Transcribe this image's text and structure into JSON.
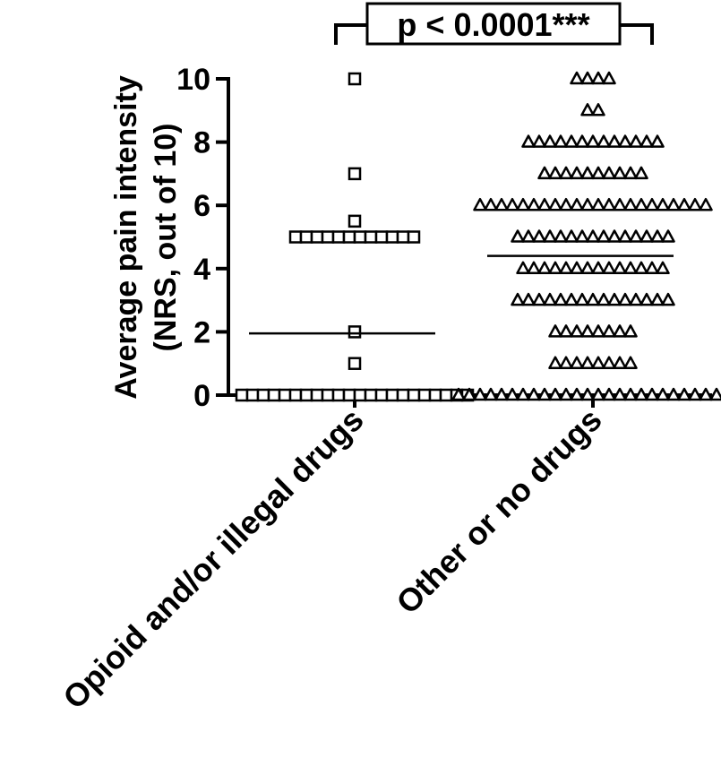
{
  "chart_data": {
    "type": "scatter",
    "ylabel_line1": "Average pain intensity",
    "ylabel_line2": "(NRS, out of 10)",
    "ylim": [
      0,
      10
    ],
    "yticks": [
      "0",
      "2",
      "4",
      "6",
      "8",
      "10"
    ],
    "categories": [
      "Opioid and/or illegal drugs",
      "Other or no drugs"
    ],
    "annotation": "p < 0.0001***",
    "grid": false,
    "groups": [
      {
        "category": "Opioid and/or illegal drugs",
        "marker": "square",
        "mean": 1.95,
        "points": [
          {
            "y": 10,
            "n": 1
          },
          {
            "y": 7,
            "n": 1
          },
          {
            "y": 5.5,
            "n": 1
          },
          {
            "y": 5,
            "n": 12
          },
          {
            "y": 2,
            "n": 1
          },
          {
            "y": 1,
            "n": 1
          },
          {
            "y": 0,
            "n": 22
          }
        ]
      },
      {
        "category": "Other or no drugs",
        "marker": "triangle",
        "mean": 4.4,
        "points": [
          {
            "y": 10,
            "n": 4
          },
          {
            "y": 9,
            "n": 2
          },
          {
            "y": 8,
            "n": 13
          },
          {
            "y": 7,
            "n": 10
          },
          {
            "y": 6,
            "n": 22
          },
          {
            "y": 5,
            "n": 15
          },
          {
            "y": 4,
            "n": 14
          },
          {
            "y": 3,
            "n": 15
          },
          {
            "y": 2,
            "n": 8
          },
          {
            "y": 1,
            "n": 8
          },
          {
            "y": 0,
            "n": 26
          }
        ]
      }
    ]
  }
}
